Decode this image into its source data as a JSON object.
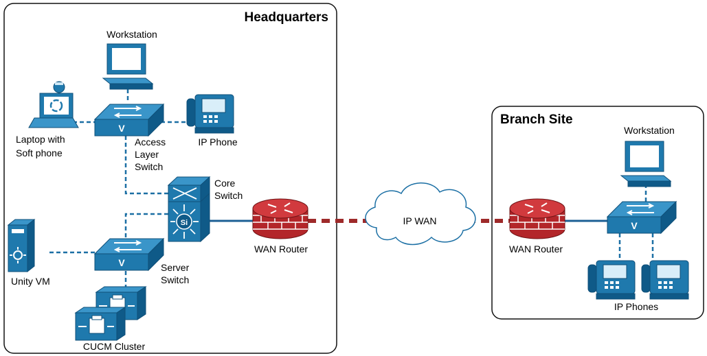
{
  "sites": {
    "headquarters": {
      "title": "Headquarters"
    },
    "branch": {
      "title": "Branch Site"
    }
  },
  "nodes": {
    "hq_workstation": "Workstation",
    "laptop_line1": "Laptop with",
    "laptop_line2": "Soft phone",
    "hq_ip_phone": "IP Phone",
    "access_line1": "Access",
    "access_line2": "Layer",
    "access_line3": "Switch",
    "core_line1": "Core",
    "core_line2": "Switch",
    "unity": "Unity VM",
    "server_line1": "Server",
    "server_line2": "Switch",
    "cucm": "CUCM Cluster",
    "hq_router": "WAN Router",
    "cloud": "IP WAN",
    "branch_router": "WAN Router",
    "branch_workstation": "Workstation",
    "branch_phones": "IP Phones"
  },
  "colors": {
    "device_blue": "#1f79ad",
    "device_blue_dark": "#0f5a88",
    "router_red": "#b3262a",
    "wan_link": "#9e2a2a",
    "lan_link": "#1b6fa4"
  }
}
